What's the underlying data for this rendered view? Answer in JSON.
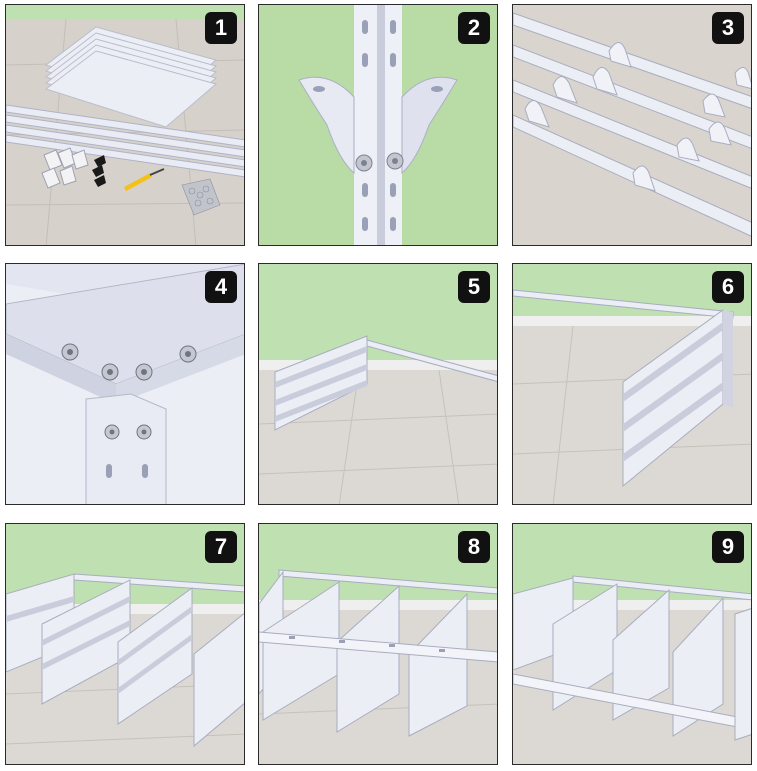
{
  "steps": [
    {
      "number": "1"
    },
    {
      "number": "2"
    },
    {
      "number": "3"
    },
    {
      "number": "4"
    },
    {
      "number": "5"
    },
    {
      "number": "6"
    },
    {
      "number": "7"
    },
    {
      "number": "8"
    },
    {
      "number": "9"
    }
  ],
  "colors": {
    "badge_background": "#111111",
    "badge_text": "#ffffff",
    "wall_green": "#bfe0b0",
    "floor_tile": "#d8d3cd",
    "metal_white": "#eef0f6",
    "panel_border": "#2b2b2b"
  },
  "icons": {
    "panel_1": "parts-kit-illustration",
    "panel_2": "upright-bracket-illustration",
    "panel_3": "angle-bars-with-brackets-illustration",
    "panel_4": "shelf-corner-bolts-illustration",
    "panel_5": "first-shelf-panel-illustration",
    "panel_6": "shelf-panel-closeup-illustration",
    "panel_7": "panels-row-illustration",
    "panel_8": "frame-with-front-rail-illustration",
    "panel_9": "completed-frame-illustration"
  }
}
